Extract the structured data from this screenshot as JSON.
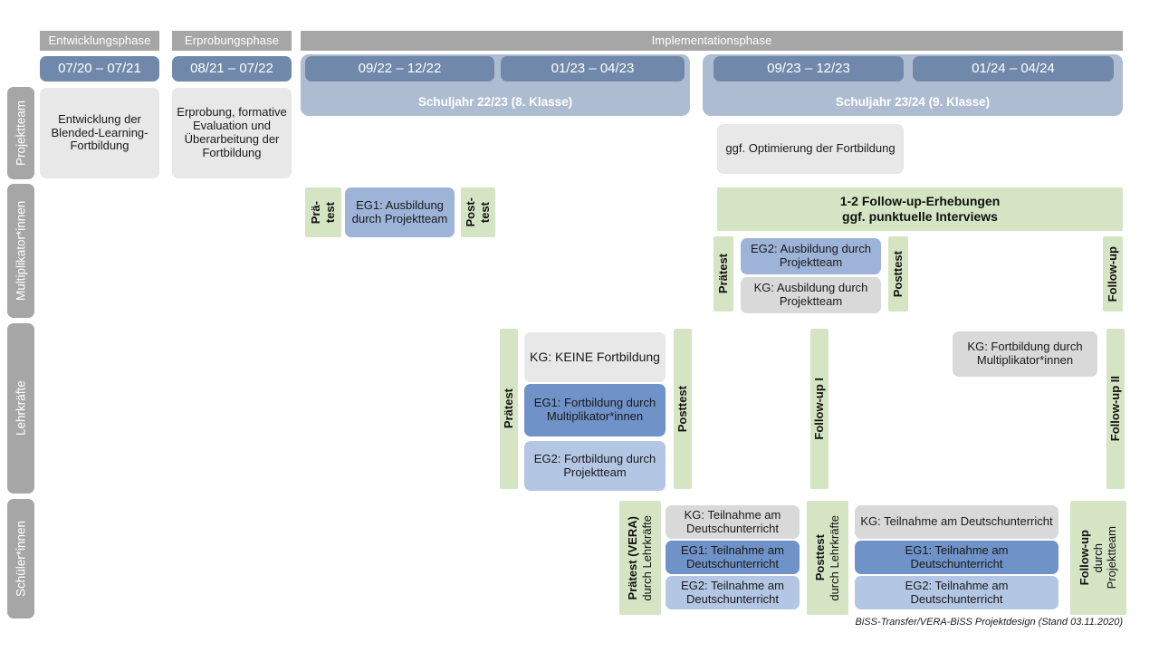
{
  "meta": {
    "title": "BiSS-Transfer/VERA-BiSS Projektdesign",
    "footer": "BiSS-Transfer/VERA-BiSS Projektdesign (Stand 03.11.2020)"
  },
  "colors": {
    "phase_header": "#a6a6a6",
    "period_chip": "#7089ab",
    "school_year": "#aebcd2",
    "row_label": "#a6a6a6",
    "grey_box": "#e8e8e8",
    "grey_box_dark": "#d9d9d9",
    "blue_mid": "#9db3d8",
    "blue_dark": "#6f92c8",
    "blue_light": "#b3c6e3",
    "green": "#d5e5c4"
  },
  "phases": [
    {
      "label": "Entwicklungsphase"
    },
    {
      "label": "Erprobungsphase"
    },
    {
      "label": "Implementationsphase"
    }
  ],
  "periods": [
    {
      "label": "07/20 – 07/21"
    },
    {
      "label": "08/21 – 07/22"
    },
    {
      "label": "09/22 – 12/22"
    },
    {
      "label": "01/23 – 04/23"
    },
    {
      "label": "09/23 – 12/23"
    },
    {
      "label": "01/24 – 04/24"
    }
  ],
  "school_years": [
    {
      "label": "Schuljahr 22/23 (8. Klasse)"
    },
    {
      "label": "Schuljahr 23/24 (9. Klasse)"
    }
  ],
  "rows": [
    {
      "label": "Projektteam"
    },
    {
      "label": "Multiplikator*innen"
    },
    {
      "label": "Lehrkräfte"
    },
    {
      "label": "Schüler*innen"
    }
  ],
  "projektteam": {
    "entwicklung": "Entwicklung der Blended-Learning-Fortbildung",
    "erprobung": "Erprobung, formative Evaluation und Überarbeitung der Fortbildung",
    "optimierung": "ggf. Optimierung der Fortbildung"
  },
  "multiplikatoren": {
    "praetest_l1": "Prä-",
    "praetest_l2": "test",
    "posttest_l1": "Post-",
    "posttest_l2": "test",
    "eg1": "EG1: Ausbildung durch Projektteam",
    "followup_banner_l1": "1-2 Follow-up-Erhebungen",
    "followup_banner_l2": "ggf. punktuelle Interviews",
    "praetest2": "Prätest",
    "posttest2": "Posttest",
    "eg2": "EG2: Ausbildung durch Projektteam",
    "kg": "KG: Ausbildung durch Projektteam",
    "followup": "Follow-up"
  },
  "lehrkraefte": {
    "praetest": "Prätest",
    "posttest": "Posttest",
    "kg": "KG:  KEINE Fortbildung",
    "eg1": "EG1: Fortbildung durch Multiplikator*innen",
    "eg2": "EG2: Fortbildung durch Projektteam",
    "followup1": "Follow-up I",
    "followup2": "Follow-up II",
    "kg_fortbildung": "KG: Fortbildung durch Multiplikator*innen"
  },
  "schueler": {
    "praetest_bold": "Prätest (VERA)",
    "praetest_reg": "durch Lehrkräfte",
    "posttest_bold": "Posttest",
    "posttest_reg": "durch Lehrkräfte",
    "followup_bold": "Follow-up",
    "followup_reg1": "durch",
    "followup_reg2": "Projektteam",
    "left": {
      "kg": "KG: Teilnahme am Deutschunterricht",
      "eg1": "EG1: Teilnahme am Deutschunterricht",
      "eg2": "EG2: Teilnahme am Deutschunterricht"
    },
    "right": {
      "kg": "KG: Teilnahme am Deutschunterricht",
      "eg1": "EG1: Teilnahme am Deutschunterricht",
      "eg2": "EG2: Teilnahme am Deutschunterricht"
    }
  }
}
